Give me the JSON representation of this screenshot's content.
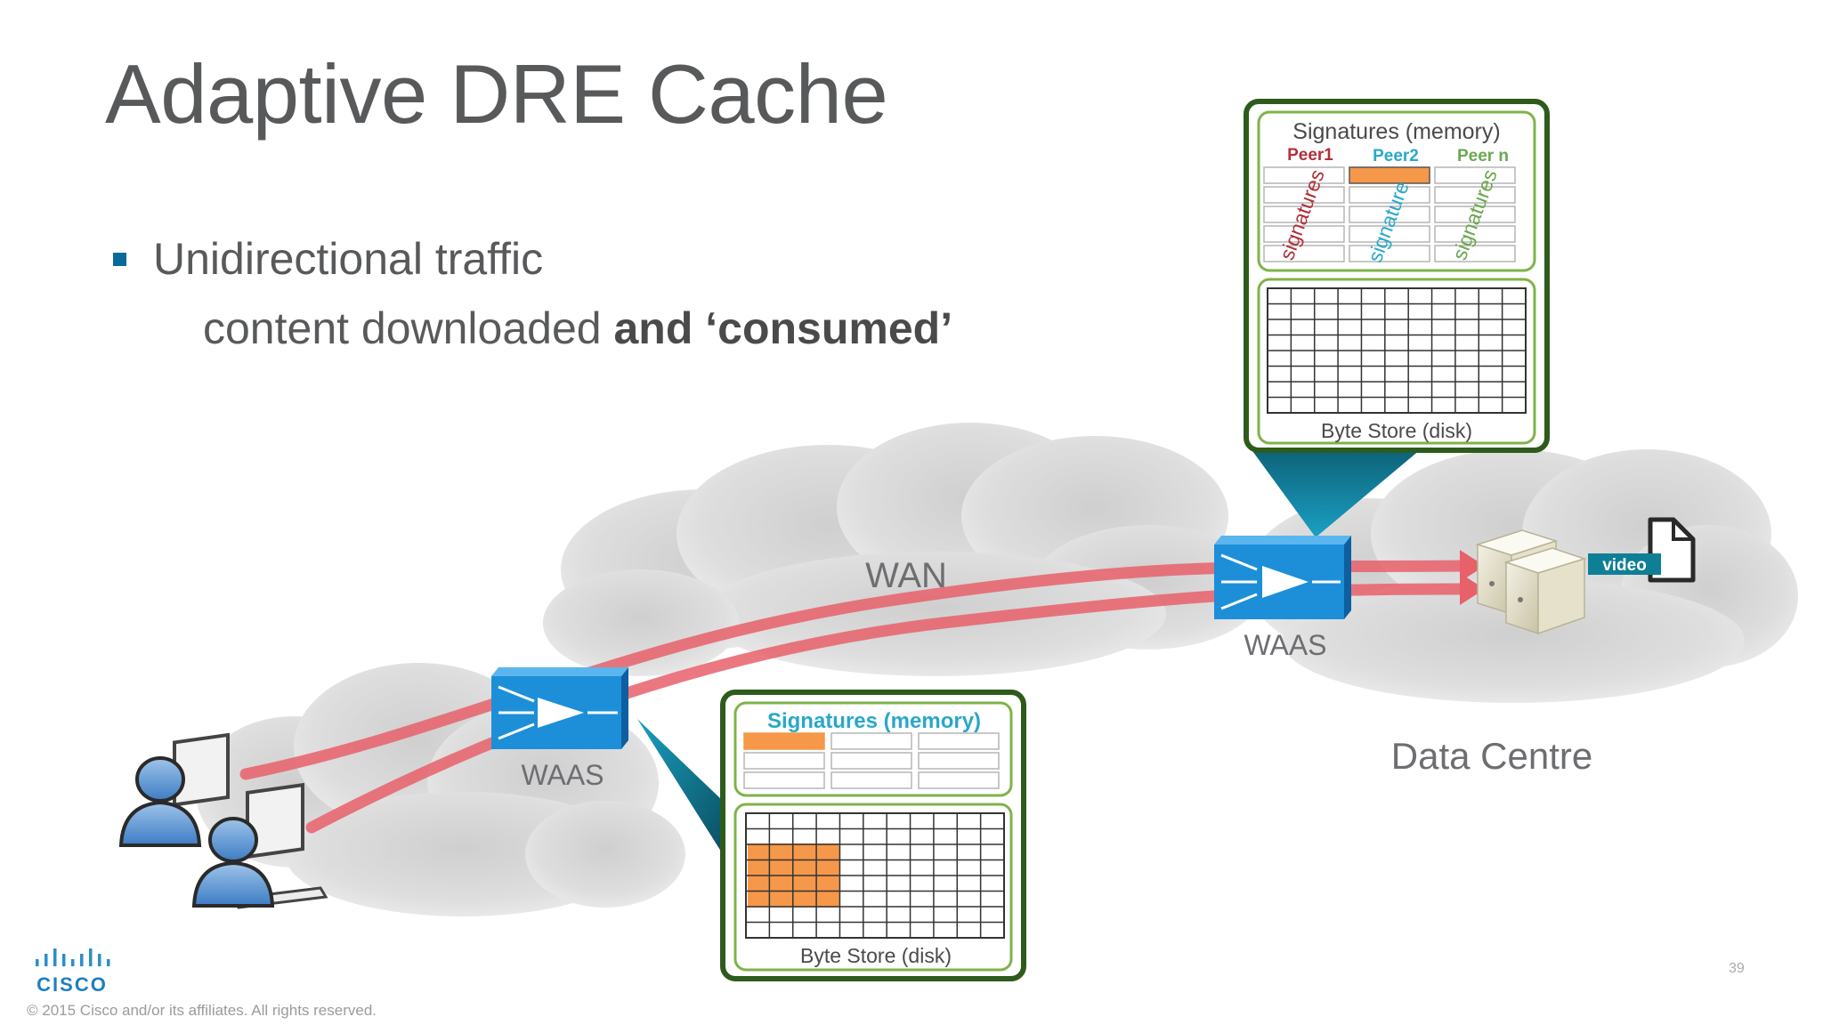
{
  "slide": {
    "title": "Adaptive DRE Cache",
    "bullet": "Unidirectional traffic",
    "sub_regular": "content downloaded ",
    "sub_bold": "and ‘consumed’",
    "page_number": "39",
    "footer": "© 2015  Cisco and/or its affiliates. All rights reserved.",
    "logo_text": "CISCO"
  },
  "diagram": {
    "wan_label": "WAN",
    "datacentre_label": "Data Centre",
    "waas_left_label": "WAAS",
    "waas_right_label": "WAAS",
    "video_badge": "video",
    "top_cache": {
      "signatures_title": "Signatures (memory)",
      "peers": [
        "Peer1",
        "Peer2",
        "Peer n"
      ],
      "peer_signature_words": [
        "signatures",
        "signature",
        "signatures"
      ],
      "byte_store_label": "Byte Store (disk)"
    },
    "bottom_cache": {
      "signatures_title": "Signatures (memory)",
      "byte_store_label": "Byte Store (disk)"
    }
  },
  "colors": {
    "title": "#58595b",
    "bullet_square": "#0b6a9b",
    "cache_border": "#2e5b1c",
    "cache_inner_border": "#7fb34a",
    "peer1": "#b0303a",
    "peer2": "#29a8c8",
    "peer_n": "#6aa84f",
    "highlight": "#f5984a",
    "waas_blue": "#1d8fd8",
    "traffic": "#e8606a",
    "callout_teal": "#0f7f96",
    "video_badge": "#0f7f96"
  }
}
